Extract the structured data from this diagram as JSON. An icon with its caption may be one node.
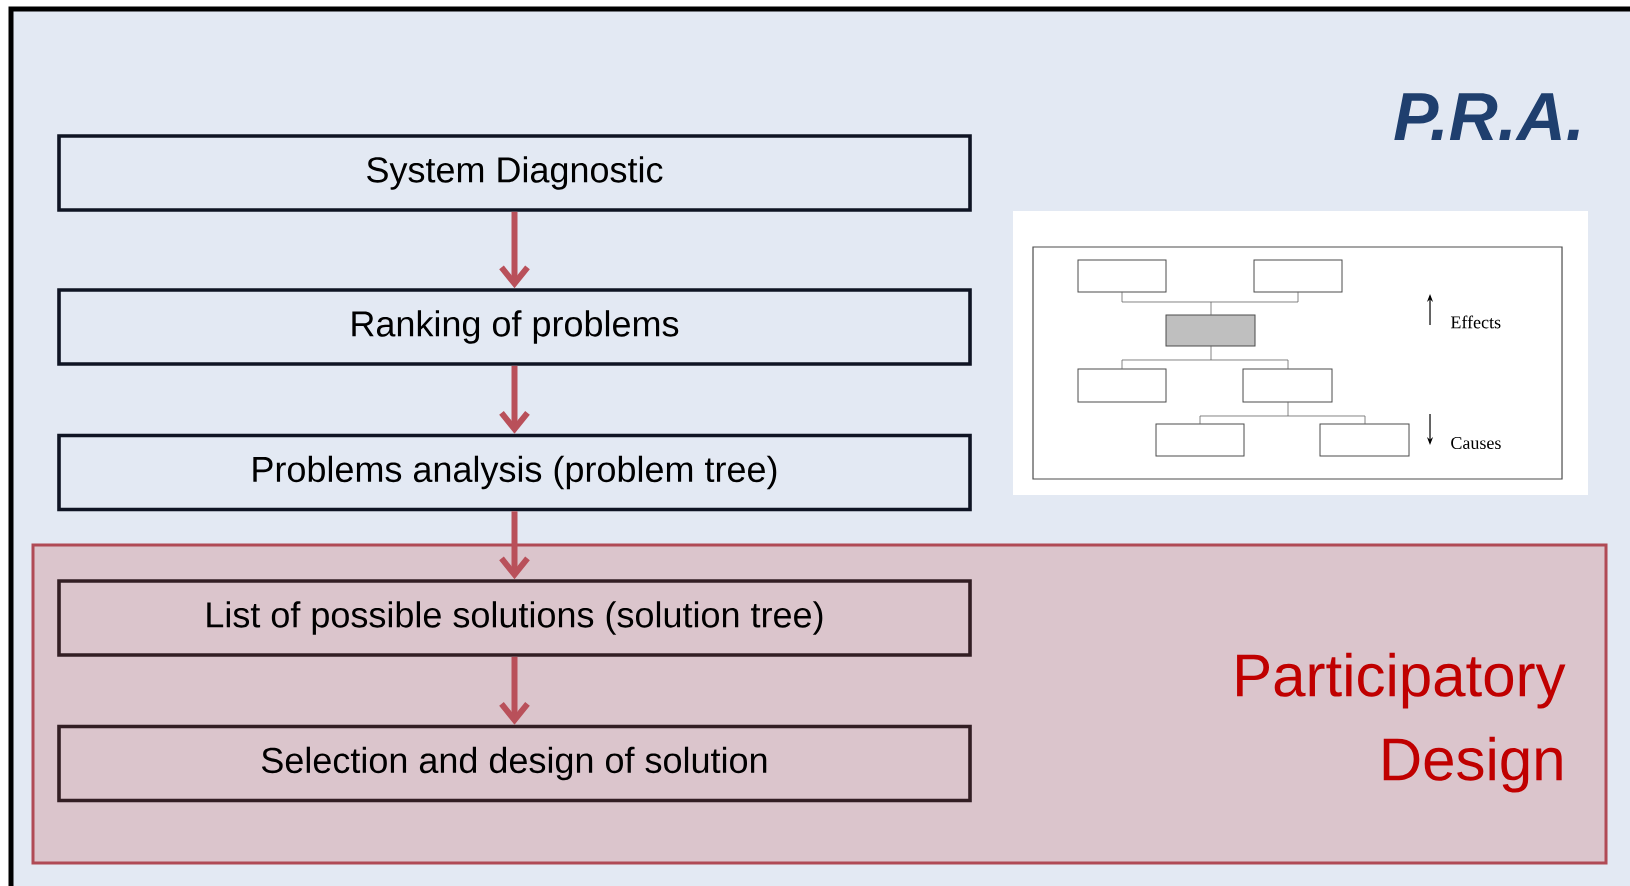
{
  "diagram": {
    "title": "P.R.A.",
    "nodes": [
      {
        "text": [
          "System Diagnostic"
        ]
      },
      {
        "text": [
          "Ranking of problems"
        ]
      },
      {
        "text": [
          "Problems analysis (problem tree)"
        ]
      },
      {
        "text": [
          "Participatory Design"
        ]
      },
      {
        "text": [
          "List of possible solutions (solution tree)"
        ],
        "in": 3
      },
      {
        "text": [
          "Selection and design of solution"
        ],
        "in": 3
      }
    ],
    "edges": [
      {
        "from": 0,
        "to": 1,
        "arrow": "to"
      },
      {
        "from": 1,
        "to": 2,
        "arrow": "to"
      },
      {
        "from": 2,
        "to": 4,
        "arrow": "to"
      },
      {
        "from": 4,
        "to": 5,
        "arrow": "to"
      }
    ],
    "labels": [
      "Effects",
      "Causes"
    ]
  }
}
